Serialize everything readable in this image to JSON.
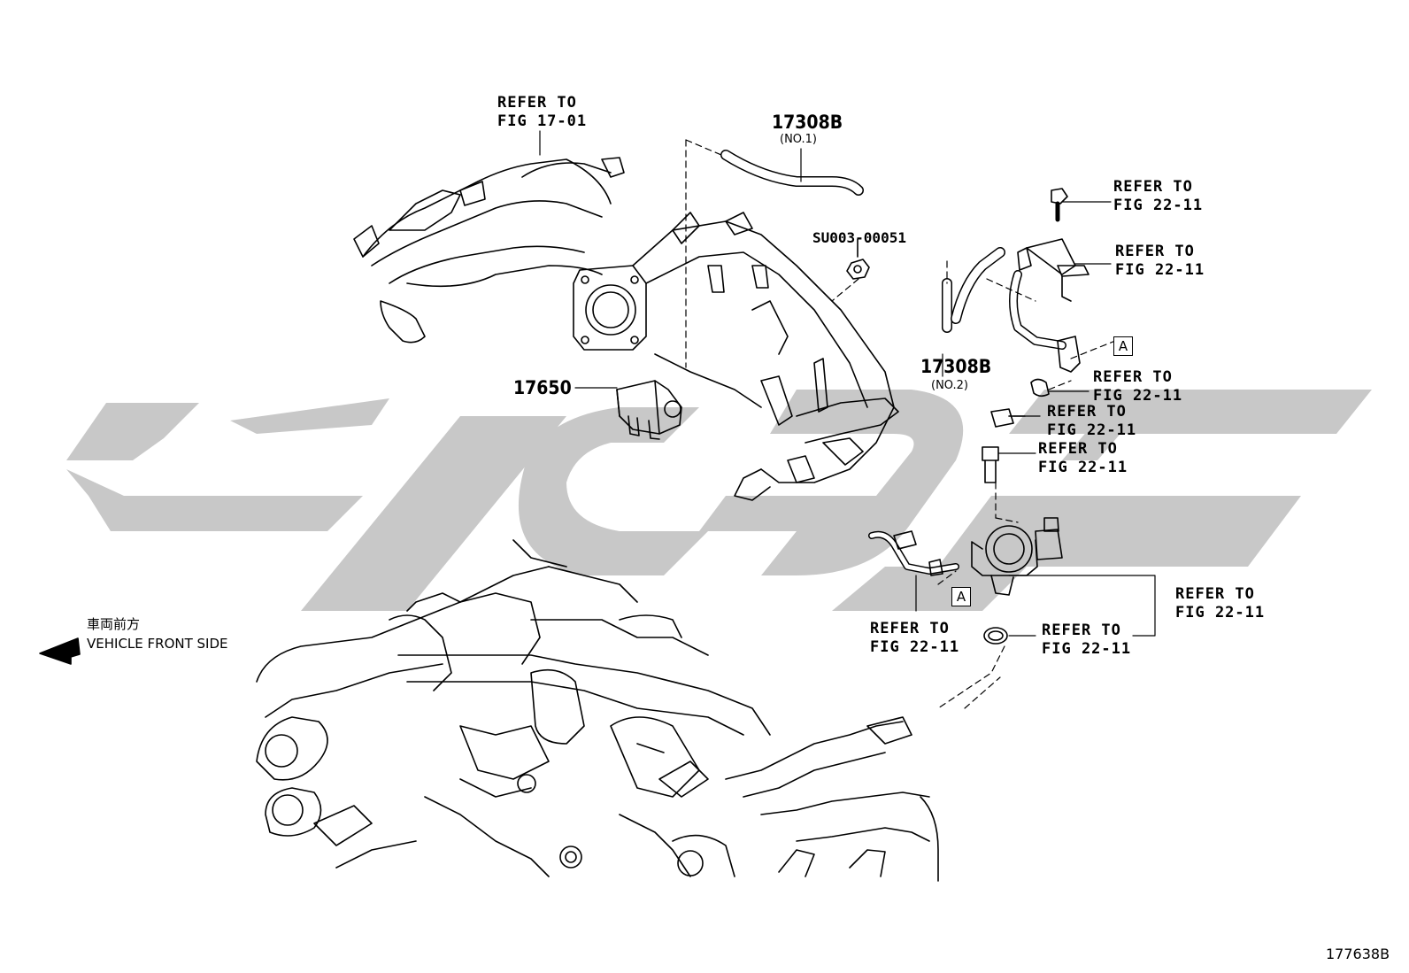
{
  "labels": {
    "refer_17_01": "REFER TO\nFIG 17-01",
    "refer_22_11_a": "REFER TO\nFIG 22-11",
    "refer_22_11_b": "REFER TO\nFIG 22-11",
    "refer_22_11_c": "REFER TO\nFIG 22-11",
    "refer_22_11_d": "REFER TO\nFIG 22-11",
    "refer_22_11_e": "REFER TO\nFIG 22-11",
    "refer_22_11_f": "REFER TO\nFIG 22-11",
    "refer_22_11_g": "REFER TO\nFIG 22-11",
    "refer_22_11_h": "REFER TO\nFIG 22-11"
  },
  "parts": {
    "hose_no1_number": "17308B",
    "hose_no1_sub": "(NO.1)",
    "hose_no2_number": "17308B",
    "hose_no2_sub": "(NO.2)",
    "nut_number": "SU003-00051",
    "valve_number": "17650"
  },
  "markers": {
    "a1": "A",
    "a2": "A"
  },
  "direction": {
    "jp": "車両前方",
    "en": "VEHICLE FRONT SIDE"
  },
  "figure_number": "177638B",
  "colors": {
    "watermark": "#c8c8c8",
    "line": "#000000"
  }
}
